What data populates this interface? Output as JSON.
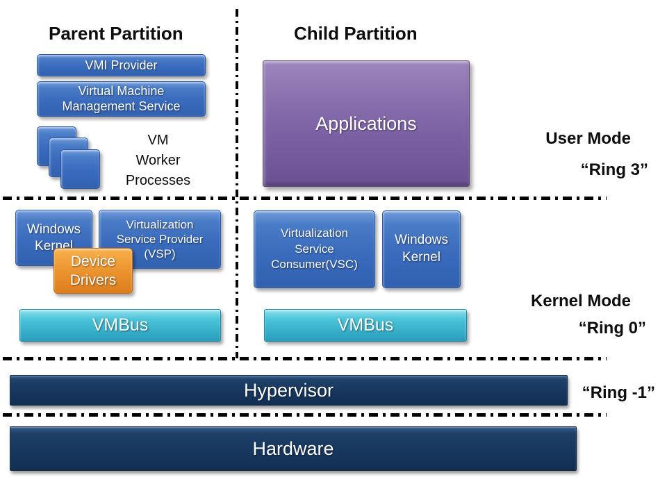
{
  "titles": {
    "parent": "Parent Partition",
    "child": "Child Partition"
  },
  "boxes": {
    "vmi_provider": {
      "label": "VMI Provider"
    },
    "vmms": {
      "line1": "Virtual Machine",
      "line2": "Management Service"
    },
    "vm_worker": {
      "line1": "VM",
      "line2": "Worker",
      "line3": "Processes"
    },
    "applications": {
      "label": "Applications"
    },
    "windows_kernel_left": {
      "line1": "Windows",
      "line2": "Kernel"
    },
    "vsp": {
      "line1": "Virtualization",
      "line2": "Service Provider",
      "line3": "(VSP)"
    },
    "device_drivers": {
      "line1": "Device",
      "line2": "Drivers"
    },
    "vmbus_left": {
      "label": "VMBus"
    },
    "vsc": {
      "line1": "Virtualization",
      "line2": "Service",
      "line3": "Consumer(VSC)"
    },
    "windows_kernel_right": {
      "line1": "Windows",
      "line2": "Kernel"
    },
    "vmbus_right": {
      "label": "VMBus"
    },
    "hypervisor": {
      "label": "Hypervisor"
    },
    "hardware": {
      "label": "Hardware"
    }
  },
  "ring_labels": {
    "user_mode": "User Mode",
    "ring3": "“Ring 3”",
    "kernel_mode": "Kernel Mode",
    "ring0": "“Ring 0”",
    "ring_minus1": "“Ring -1”"
  },
  "colors": {
    "box_blue": "#3a6bbd",
    "box_purple": "#7b60a3",
    "box_orange": "#e88f2b",
    "box_cyan": "#3ab4cd",
    "bar_navy": "#17375e",
    "divider": "#000000"
  }
}
